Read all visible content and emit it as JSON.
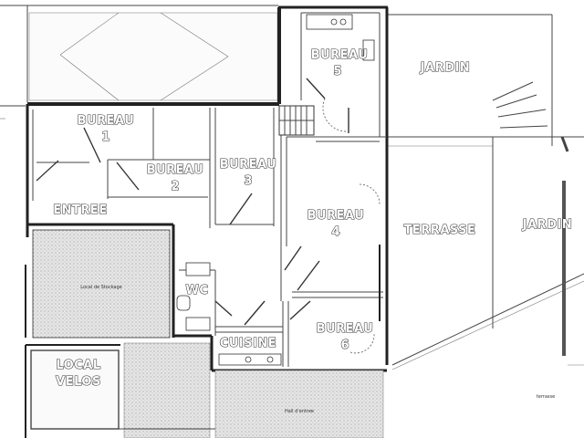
{
  "rooms": {
    "bureau1": {
      "label": "BUREAU",
      "num": "1"
    },
    "bureau2": {
      "label": "BUREAU",
      "num": "2"
    },
    "bureau3": {
      "label": "BUREAU",
      "num": "3"
    },
    "bureau4": {
      "label": "BUREAU",
      "num": "4"
    },
    "bureau5": {
      "label": "BUREAU",
      "num": "5"
    },
    "bureau6": {
      "label": "BUREAU",
      "num": "6"
    },
    "entree": {
      "label": "ENTREE"
    },
    "wc": {
      "label": "WC"
    },
    "cuisine": {
      "label": "CUISINE"
    },
    "local_velos": {
      "line1": "LOCAL",
      "line2": "VELOS"
    },
    "terrasse": {
      "label": "TERRASSE"
    },
    "jardin_top": {
      "label": "JARDIN"
    },
    "jardin_right": {
      "label": "JARDIN"
    }
  },
  "colors": {
    "wall": "#222222",
    "label_fill": "#ffffff",
    "label_outline": "#333333",
    "hatch": "#bbbbbb"
  }
}
